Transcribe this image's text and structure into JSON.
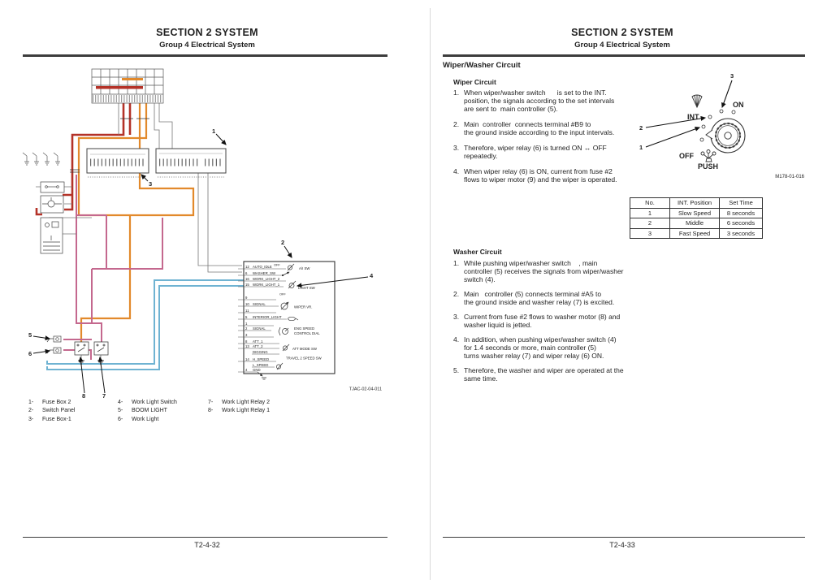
{
  "left_page": {
    "header": {
      "line1": "SECTION 2 SYSTEM",
      "line2": "Group 4 Electrical System"
    },
    "diagram": {
      "figure_id": "TJAC-02-04-011",
      "callouts": {
        "c1": "1",
        "c2": "2",
        "c3": "3",
        "c4": "4",
        "c5": "5",
        "c6": "6",
        "c7": "7",
        "c8": "8"
      },
      "wire_colors": {
        "red": "#b43228",
        "orange": "#e2892b",
        "pink": "#c4688e",
        "blue": "#6fb3d2"
      },
      "panel": {
        "off_top": "OFF",
        "off_mid": "OFF",
        "rows": [
          {
            "pin": "12",
            "label": "AUTO_IDLE"
          },
          {
            "pin": "6",
            "label": "WASHER_SW"
          },
          {
            "pin": "16",
            "label": "WORK_LIGHT_2"
          },
          {
            "pin": "15",
            "label": "WORK_LIGHT_1"
          },
          {
            "pin": "9",
            "label": ""
          },
          {
            "pin": "10",
            "label": "SIGNAL"
          },
          {
            "pin": "11",
            "label": ""
          },
          {
            "pin": "5",
            "label": "INTERIOR_LIGHT"
          },
          {
            "pin": "1",
            "label": ""
          },
          {
            "pin": "2",
            "label": "SIGNAL"
          },
          {
            "pin": "3",
            "label": ""
          },
          {
            "pin": "8",
            "label": "ATT_1"
          },
          {
            "pin": "13",
            "label": "ATT_2"
          },
          {
            "pin": "",
            "label": "DIGGING"
          },
          {
            "pin": "14",
            "label": "H_SPEED"
          },
          {
            "pin": "",
            "label": "L_SPEED"
          },
          {
            "pin": "4",
            "label": "GND"
          }
        ],
        "side": {
          "ai": "A/I SW",
          "light": "LIGHT SW",
          "wiper": "WIPER VR.",
          "eng1": "ENG SPEED",
          "eng2": "CONTROL DIAL",
          "att": "ATT MODE SW",
          "travel": "TRAVEL 2 SPEED SW"
        }
      }
    },
    "legend": {
      "col1": [
        [
          "1-",
          "Fuse Box 2"
        ],
        [
          "2-",
          "Switch Panel"
        ],
        [
          "3-",
          "Fuse Box-1"
        ]
      ],
      "col2": [
        [
          "4-",
          "Work Light Switch"
        ],
        [
          "5-",
          "BOOM LIGHT"
        ],
        [
          "6-",
          "Work Light"
        ]
      ],
      "col3": [
        [
          "7-",
          "Work Light Relay 2"
        ],
        [
          "8-",
          "Work Light Relay 1"
        ]
      ]
    },
    "page_number": "T2-4-32"
  },
  "right_page": {
    "header": {
      "line1": "SECTION 2 SYSTEM",
      "line2": "Group 4 Electrical System"
    },
    "section_title": "Wiper/Washer Circuit",
    "wiper_circuit": {
      "heading": "Wiper Circuit",
      "items": [
        {
          "num": "1.",
          "text": "When wiper/washer switch      is set to the INT.\nposition, the signals according to the set intervals\nare sent to  main controller (5)."
        },
        {
          "num": "2.",
          "text": "Main  controller  connects terminal #B9 to\nthe ground inside according to the input intervals."
        },
        {
          "num": "3.",
          "text": "Therefore, wiper relay (6) is turned ON ↔ OFF\nrepeatedly."
        },
        {
          "num": "4.",
          "text": "When wiper relay (6) is ON, current from fuse #2\nflows to wiper motor (9) and the wiper is operated."
        }
      ]
    },
    "switch_figure": {
      "int": "INT",
      "on": "ON",
      "off": "OFF",
      "push": "PUSH",
      "callouts": [
        "1",
        "2",
        "3"
      ],
      "figure_id": "M178-01-016"
    },
    "int_table": {
      "headers": [
        "No.",
        "INT. Position",
        "Set Time"
      ],
      "rows": [
        [
          "1",
          "Slow Speed",
          "8 seconds"
        ],
        [
          "2",
          "Middle",
          "6 seconds"
        ],
        [
          "3",
          "Fast Speed",
          "3 seconds"
        ]
      ]
    },
    "washer_circuit": {
      "heading": "Washer Circuit",
      "items": [
        {
          "num": "1.",
          "text": "While pushing wiper/washer switch    , main\ncontroller (5) receives the signals from wiper/washer\nswitch (4)."
        },
        {
          "num": "2.",
          "text": "Main   controller (5) connects terminal #A5 to\nthe ground inside and washer relay (7) is excited."
        },
        {
          "num": "3.",
          "text": "Current from fuse #2 flows to washer motor (8) and\nwasher liquid is jetted."
        },
        {
          "num": "4.",
          "text": "In addition, when pushing wiper/washer switch (4)\nfor 1.4 seconds or more, main controller (5)\nturns washer relay (7) and wiper relay (6) ON."
        },
        {
          "num": "5.",
          "text": "Therefore, the washer and wiper are operated at the\nsame time."
        }
      ]
    },
    "page_number": "T2-4-33"
  }
}
